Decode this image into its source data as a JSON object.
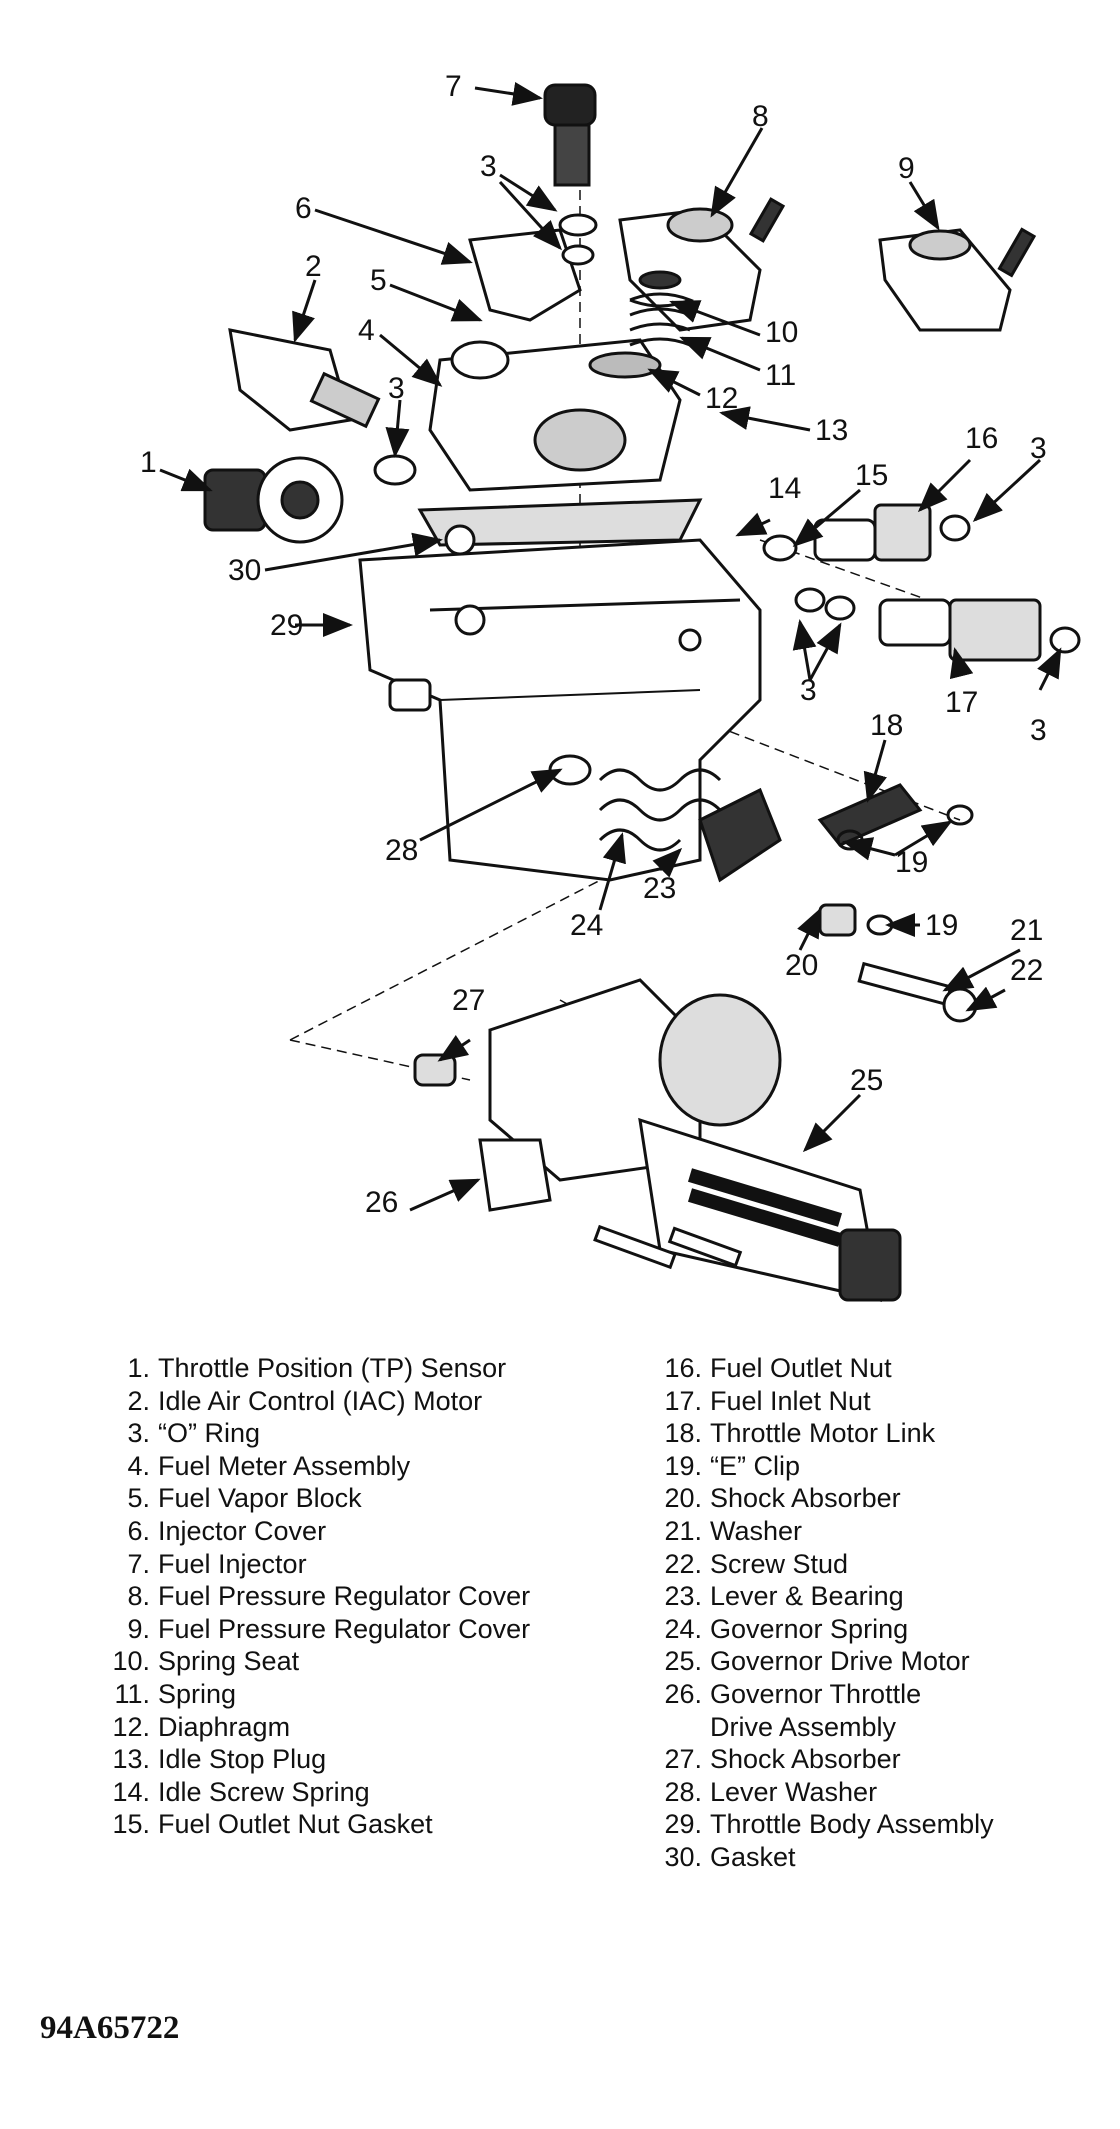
{
  "figure_id": "94A65722",
  "callouts": {
    "c1": "1",
    "c2": "2",
    "c3a": "3",
    "c3b": "3",
    "c3c": "3",
    "c3d": "3",
    "c3e": "3",
    "c4": "4",
    "c5": "5",
    "c6": "6",
    "c7": "7",
    "c8": "8",
    "c9": "9",
    "c10": "10",
    "c11": "11",
    "c12": "12",
    "c13": "13",
    "c14": "14",
    "c15": "15",
    "c16": "16",
    "c17": "17",
    "c18": "18",
    "c19a": "19",
    "c19b": "19",
    "c20": "20",
    "c21": "21",
    "c22": "22",
    "c23": "23",
    "c24": "24",
    "c25": "25",
    "c26": "26",
    "c27": "27",
    "c28": "28",
    "c29": "29",
    "c30": "30"
  },
  "legend_left": [
    {
      "num": "1.",
      "text": "Throttle Position (TP) Sensor"
    },
    {
      "num": "2.",
      "text": "Idle Air Control (IAC) Motor"
    },
    {
      "num": "3.",
      "text": "“O” Ring"
    },
    {
      "num": "4.",
      "text": "Fuel Meter Assembly"
    },
    {
      "num": "5.",
      "text": "Fuel Vapor Block"
    },
    {
      "num": "6.",
      "text": "Injector Cover"
    },
    {
      "num": "7.",
      "text": "Fuel Injector"
    },
    {
      "num": "8.",
      "text": "Fuel Pressure Regulator Cover"
    },
    {
      "num": "9.",
      "text": "Fuel Pressure Regulator Cover"
    },
    {
      "num": "10.",
      "text": "Spring Seat"
    },
    {
      "num": "11.",
      "text": "Spring"
    },
    {
      "num": "12.",
      "text": "Diaphragm"
    },
    {
      "num": "13.",
      "text": "Idle Stop Plug"
    },
    {
      "num": "14.",
      "text": "Idle Screw Spring"
    },
    {
      "num": "15.",
      "text": "Fuel Outlet Nut Gasket"
    }
  ],
  "legend_right": [
    {
      "num": "16.",
      "text": "Fuel Outlet Nut"
    },
    {
      "num": "17.",
      "text": "Fuel Inlet Nut"
    },
    {
      "num": "18.",
      "text": "Throttle Motor Link"
    },
    {
      "num": "19.",
      "text": "“E” Clip"
    },
    {
      "num": "20.",
      "text": "Shock Absorber"
    },
    {
      "num": "21.",
      "text": "Washer"
    },
    {
      "num": "22.",
      "text": "Screw Stud"
    },
    {
      "num": "23.",
      "text": "Lever & Bearing"
    },
    {
      "num": "24.",
      "text": "Governor Spring"
    },
    {
      "num": "25.",
      "text": "Governor Drive Motor"
    },
    {
      "num": "26.",
      "text": "Governor Throttle"
    },
    {
      "num": "",
      "text": "Drive Assembly"
    },
    {
      "num": "27.",
      "text": "Shock Absorber"
    },
    {
      "num": "28.",
      "text": "Lever Washer"
    },
    {
      "num": "29.",
      "text": "Throttle Body Assembly"
    },
    {
      "num": "30.",
      "text": "Gasket"
    }
  ]
}
